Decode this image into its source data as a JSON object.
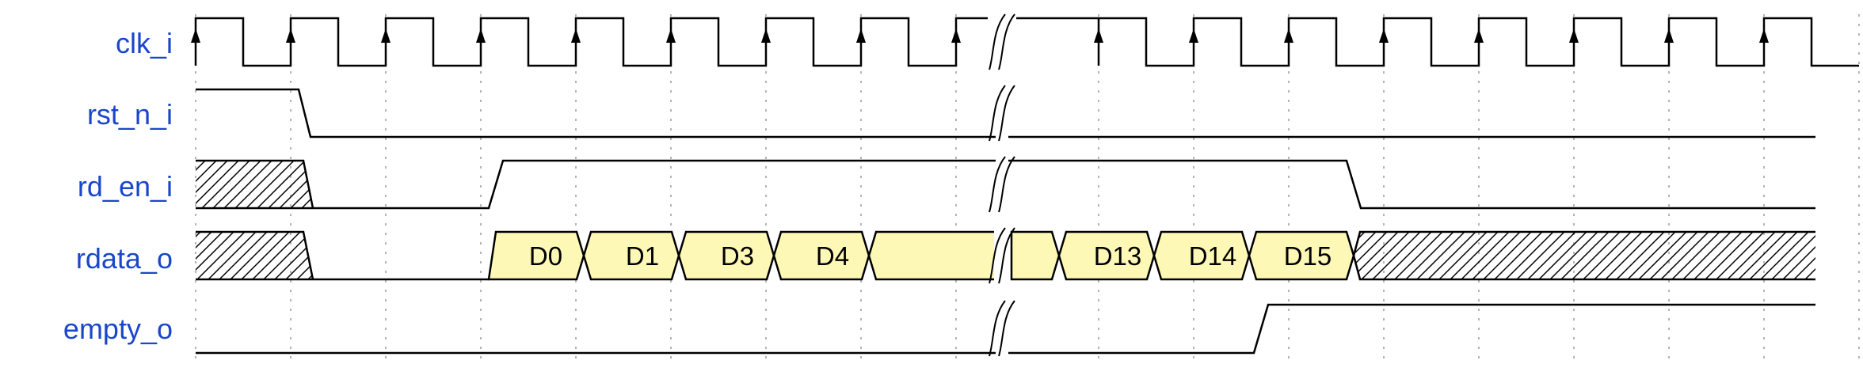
{
  "diagram": {
    "title": "",
    "signals": [
      {
        "id": "clk",
        "label": "clk_i"
      },
      {
        "id": "rst",
        "label": "rst_n_i"
      },
      {
        "id": "rd_en",
        "label": "rd_en_i"
      },
      {
        "id": "rdata",
        "label": "rdata_o"
      },
      {
        "id": "empty",
        "label": "empty_o"
      }
    ],
    "bus_values": [
      "D0",
      "D1",
      "D3",
      "D4",
      "",
      "",
      "D13",
      "D14",
      "D15"
    ],
    "colors": {
      "label": "#1a47c9",
      "wave": "#000000",
      "bus_fill": "#fef8b6",
      "grid": "#b4b4b4"
    },
    "time_break": "after cycle 8"
  }
}
